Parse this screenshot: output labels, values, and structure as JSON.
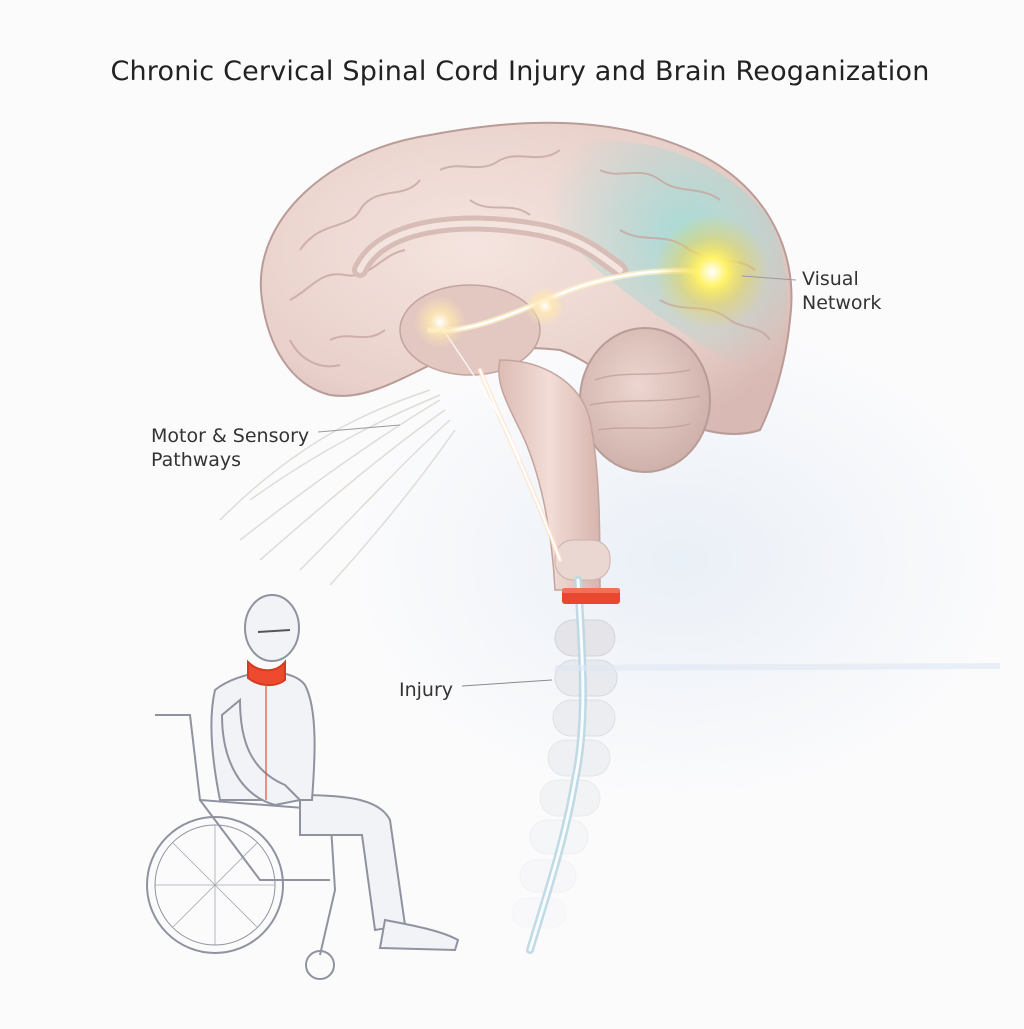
{
  "figure": {
    "title": "Chronic Cervical Spinal Cord Injury and Brain Reoganization"
  },
  "labels": {
    "visual_line1": "Visual",
    "visual_line2": "Network",
    "motor_line1": "Motor & Sensory",
    "motor_line2": "Pathways",
    "injury": "Injury"
  },
  "colors": {
    "brain": "#ecd5cf",
    "brain_outline": "#b99c98",
    "visual_glow": "#f6ee5a",
    "teal_region": "#8fd0cf",
    "injury_band": "#e8482e",
    "pathway_light": "#fff3c8",
    "patient_neck_highlight": "#ee4a30"
  }
}
